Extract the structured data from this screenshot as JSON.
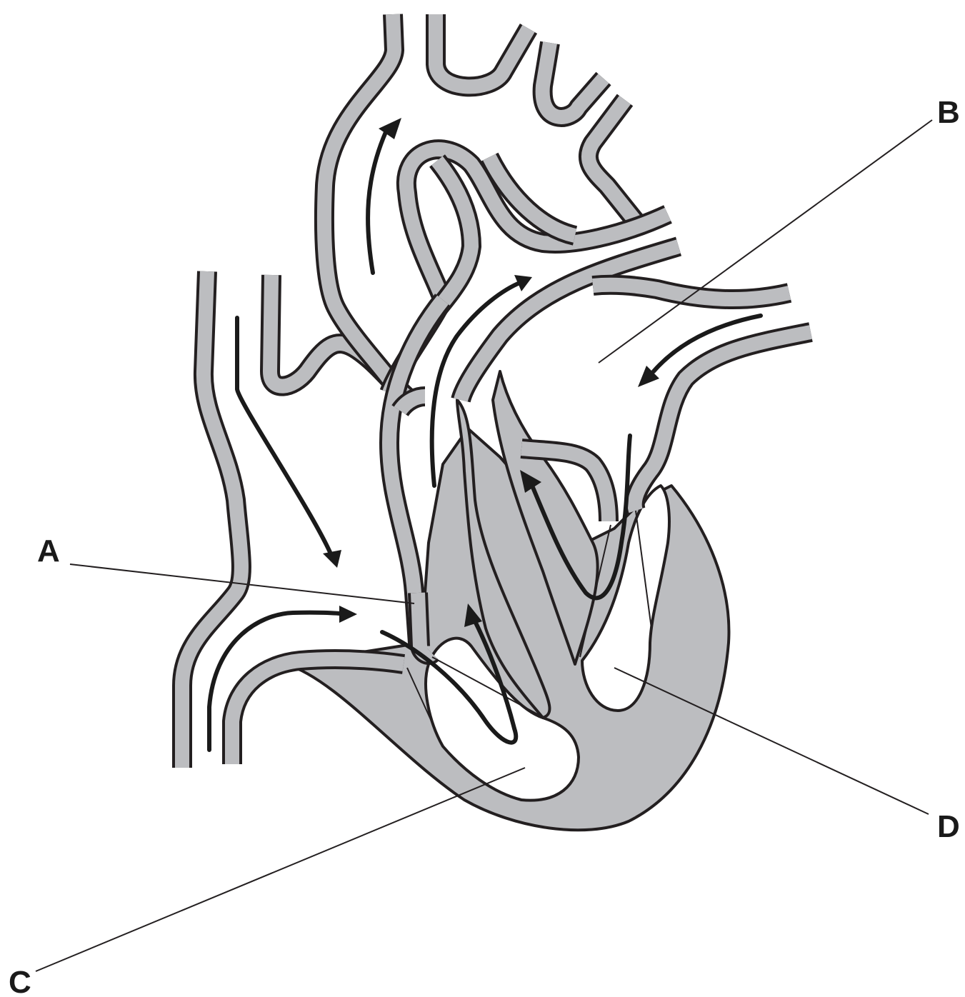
{
  "labels": {
    "a": "A",
    "b": "B",
    "c": "C",
    "d": "D"
  },
  "colors": {
    "tissue": "#bcbdc0",
    "outline": "#231f20",
    "background": "#ffffff"
  }
}
